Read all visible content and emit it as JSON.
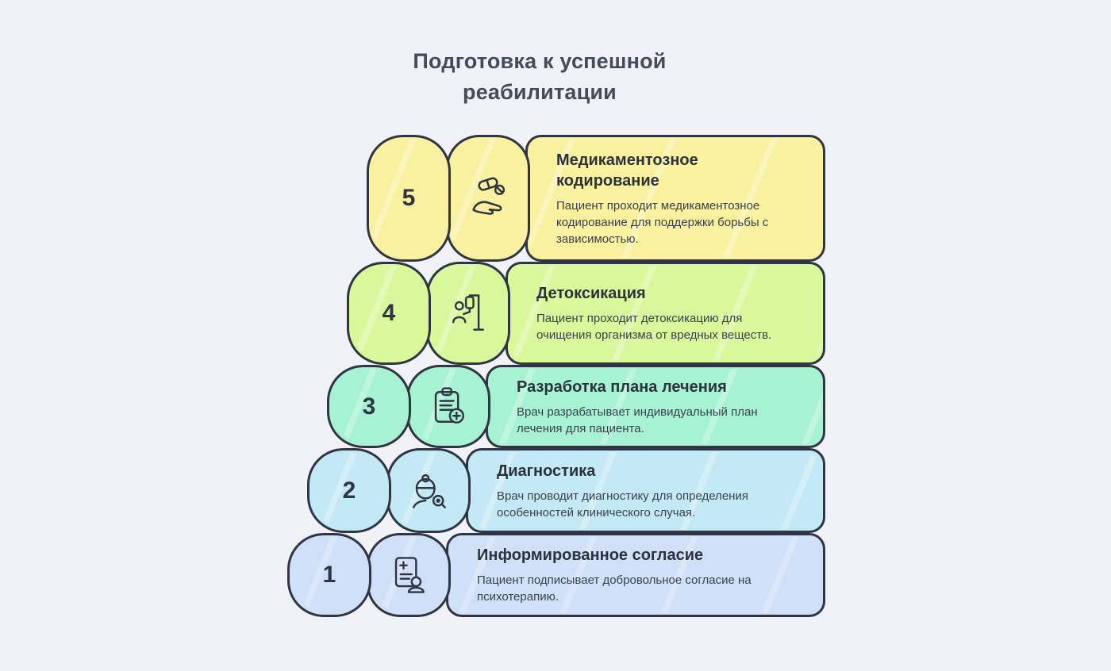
{
  "title": "Подготовка к успешной реабилитации",
  "steps": [
    {
      "number": "5",
      "title": "Медикаментозное кодирование",
      "description": "Пациент проходит медикаментозное кодирование для поддержки борьбы с зависимостью.",
      "icon": "medication-coding-icon",
      "color": "#faf1a0"
    },
    {
      "number": "4",
      "title": "Детоксикация",
      "description": "Пациент проходит детоксикацию для очищения организма от вредных веществ.",
      "icon": "detox-iv-drip-icon",
      "color": "#d9f79b"
    },
    {
      "number": "3",
      "title": "Разработка плана лечения",
      "description": "Врач разрабатывает индивидуальный план лечения для пациента.",
      "icon": "treatment-plan-clipboard-icon",
      "color": "#a6f2d3"
    },
    {
      "number": "2",
      "title": "Диагностика",
      "description": "Врач проводит диагностику для определения особенностей клинического случая.",
      "icon": "diagnostics-doctor-icon",
      "color": "#c4e9f6"
    },
    {
      "number": "1",
      "title": "Информированное согласие",
      "description": "Пациент подписывает добровольное согласие на психотерапию.",
      "icon": "informed-consent-document-icon",
      "color": "#cfe0f8"
    }
  ],
  "colors": {
    "background": "#f1f2f8",
    "outline": "#2f3542",
    "title_text": "#454b58",
    "body_text": "#3a414d"
  }
}
